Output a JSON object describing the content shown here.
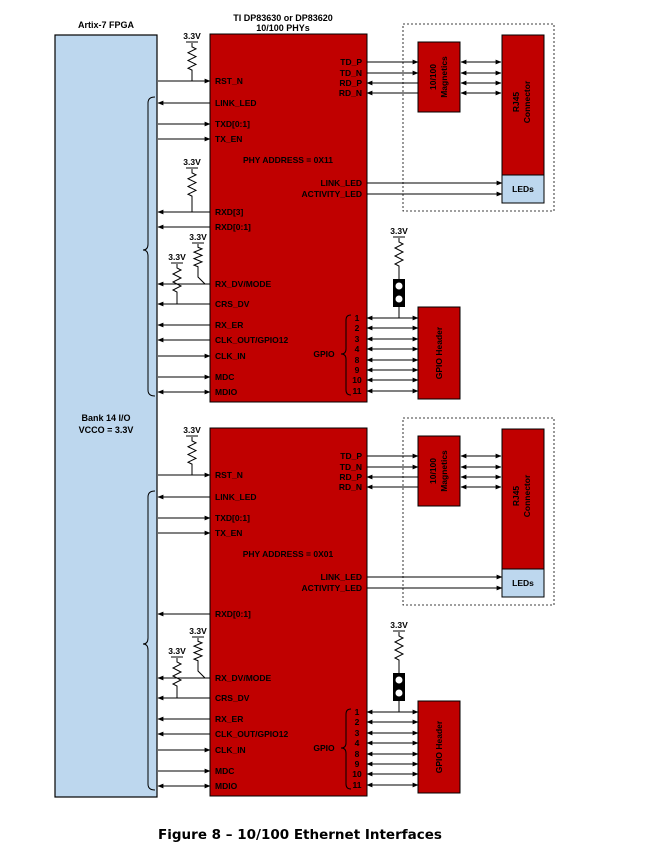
{
  "fpga": {
    "title": "Artix-7 FPGA",
    "bank_label": "Bank 14 I/O",
    "vcco_label": "VCCO = 3.3V"
  },
  "phy_header": {
    "line1": "TI DP83630 or DP83620",
    "line2": "10/100 PHYs"
  },
  "supply": "3.3V",
  "phys": [
    {
      "left_pins": [
        "RST_N",
        "LINK_LED",
        "TXD[0:1]",
        "TX_EN",
        "RXD[3]",
        "RXD[0:1]",
        "RX_DV/MODE",
        "CRS_DV",
        "RX_ER",
        "CLK_OUT/GPIO12",
        "CLK_IN",
        "MDC",
        "MDIO"
      ],
      "right_pins": [
        "TD_P",
        "TD_N",
        "RD_P",
        "RD_N"
      ],
      "address": "PHY ADDRESS = 0X11",
      "led_pins": [
        "LINK_LED",
        "ACTIVITY_LED"
      ]
    },
    {
      "left_pins": [
        "RST_N",
        "LINK_LED",
        "TXD[0:1]",
        "TX_EN",
        "RXD[0:1]",
        "RX_DV/MODE",
        "CRS_DV",
        "RX_ER",
        "CLK_OUT/GPIO12",
        "CLK_IN",
        "MDC",
        "MDIO"
      ],
      "right_pins": [
        "TD_P",
        "TD_N",
        "RD_P",
        "RD_N"
      ],
      "address": "PHY ADDRESS = 0X01",
      "led_pins": [
        "LINK_LED",
        "ACTIVITY_LED"
      ]
    }
  ],
  "magnetics": {
    "line1": "10/100",
    "line2": "Magnetics"
  },
  "rj45": {
    "line1": "RJ45",
    "line2": "Connector"
  },
  "leds": "LEDs",
  "gpio": {
    "label": "GPIO",
    "numbers": [
      "1",
      "2",
      "3",
      "4",
      "8",
      "9",
      "10",
      "11"
    ],
    "header": "GPIO Header"
  },
  "caption": "Figure 8 – 10/100 Ethernet Interfaces",
  "colors": {
    "fpga_fill": "#bdd7ee",
    "phy_fill": "#c00000",
    "leds_fill": "#bdd7ee"
  }
}
